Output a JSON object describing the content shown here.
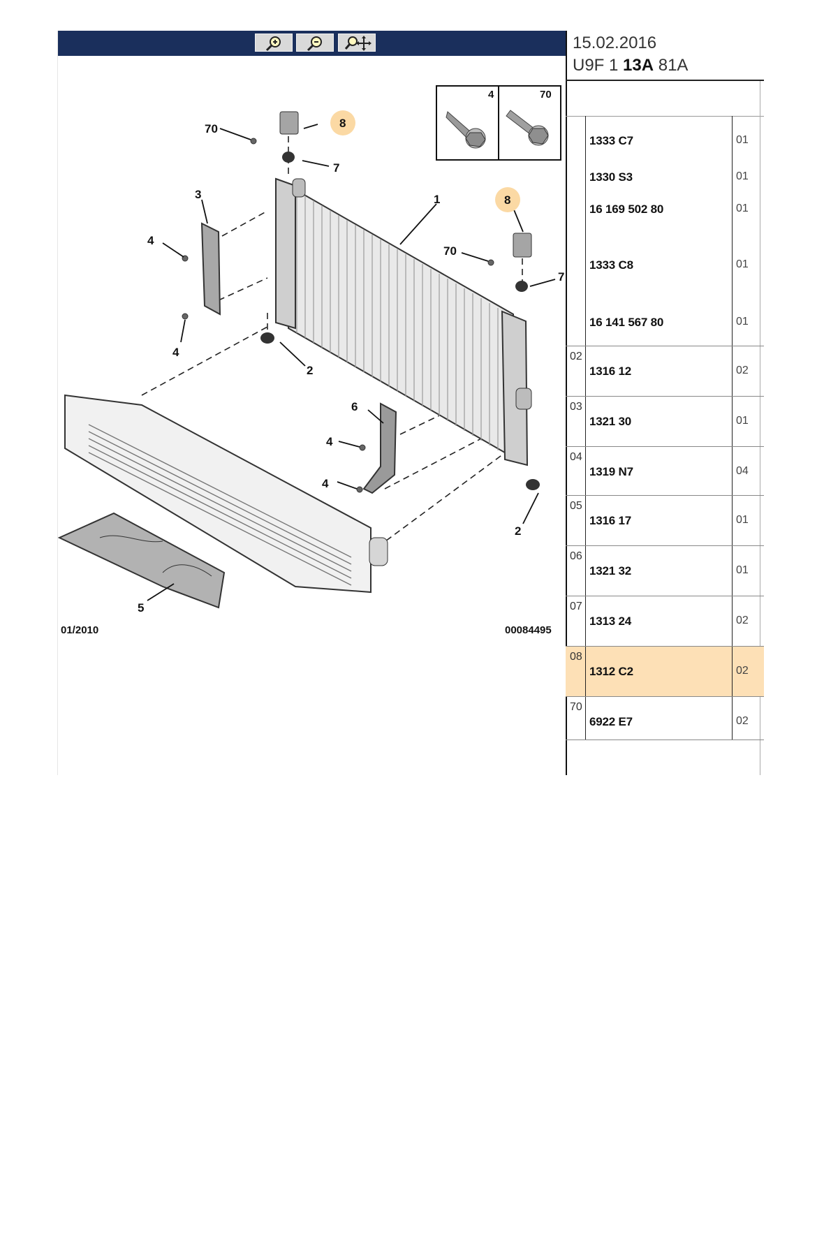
{
  "toolbar": {
    "zoom_in_icon": "zoom-in-magnifier-icon",
    "zoom_out_icon": "zoom-out-magnifier-icon",
    "zoom_pan_icon": "zoom-pan-icon",
    "background_color": "#1a2f5c"
  },
  "diagram": {
    "callouts": {
      "c1": "1",
      "c2a": "2",
      "c2b": "2",
      "c3": "3",
      "c4a": "4",
      "c4b": "4",
      "c4c": "4",
      "c4d": "4",
      "c5": "5",
      "c6": "6",
      "c7a": "7",
      "c7b": "7",
      "c8a": "8",
      "c8b": "8",
      "c70a": "70",
      "c70b": "70"
    },
    "inset": {
      "left_label": "4",
      "right_label": "70"
    },
    "footer_date": "01/2010",
    "footer_ref": "00084495",
    "highlight_color": "#fbd9a4"
  },
  "header": {
    "date": "15.02.2016",
    "code_prefix": "U9F 1 ",
    "code_bold": "13A",
    "code_suffix": " 81A"
  },
  "parts": {
    "rows": [
      {
        "idx": "",
        "part": "1333 C7",
        "qty": "01"
      },
      {
        "idx": "",
        "part": "1330 S3",
        "qty": "01"
      },
      {
        "idx": "",
        "part": "16 169 502 80",
        "qty": "01"
      },
      {
        "idx": "",
        "part": "1333 C8",
        "qty": "01"
      },
      {
        "idx": "",
        "part": "16 141 567 80",
        "qty": "01"
      },
      {
        "idx": "02",
        "part": "1316 12",
        "qty": "02"
      },
      {
        "idx": "03",
        "part": "1321 30",
        "qty": "01"
      },
      {
        "idx": "04",
        "part": "1319 N7",
        "qty": "04"
      },
      {
        "idx": "05",
        "part": "1316 17",
        "qty": "01"
      },
      {
        "idx": "06",
        "part": "1321 32",
        "qty": "01"
      },
      {
        "idx": "07",
        "part": "1313 24",
        "qty": "02"
      },
      {
        "idx": "08",
        "part": "1312 C2",
        "qty": "02"
      },
      {
        "idx": "70",
        "part": "6922 E7",
        "qty": "02"
      }
    ],
    "highlight_color": "#fde0b6"
  }
}
